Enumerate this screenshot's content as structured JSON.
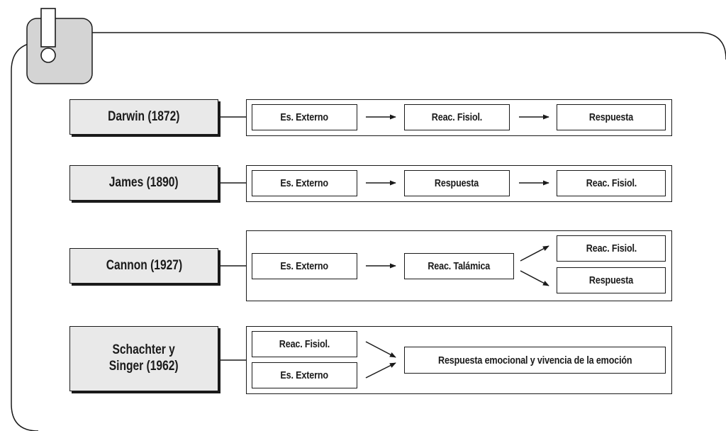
{
  "diagram": {
    "theories": [
      {
        "author": "Darwin (1872)",
        "steps": [
          "Es. Externo",
          "Reac. Fisiol.",
          "Respuesta"
        ]
      },
      {
        "author": "James (1890)",
        "steps": [
          "Es. Externo",
          "Respuesta",
          "Reac. Fisiol."
        ]
      },
      {
        "author": "Cannon (1927)",
        "steps": [
          "Es. Externo",
          "Reac. Talámica"
        ],
        "branches": [
          "Reac. Fisiol.",
          "Respuesta"
        ]
      },
      {
        "author": "Schachter y\nSinger (1962)",
        "inputs": [
          "Reac. Fisiol.",
          "Es. Externo"
        ],
        "result": "Respuesta emocional y vivencia de la emoción"
      }
    ]
  },
  "colors": {
    "stroke": "#1a1a1a",
    "author_fill": "#e9e9e9",
    "tab_fill": "#d4d4d4"
  },
  "icons": [
    "exclamation-tab-icon"
  ]
}
